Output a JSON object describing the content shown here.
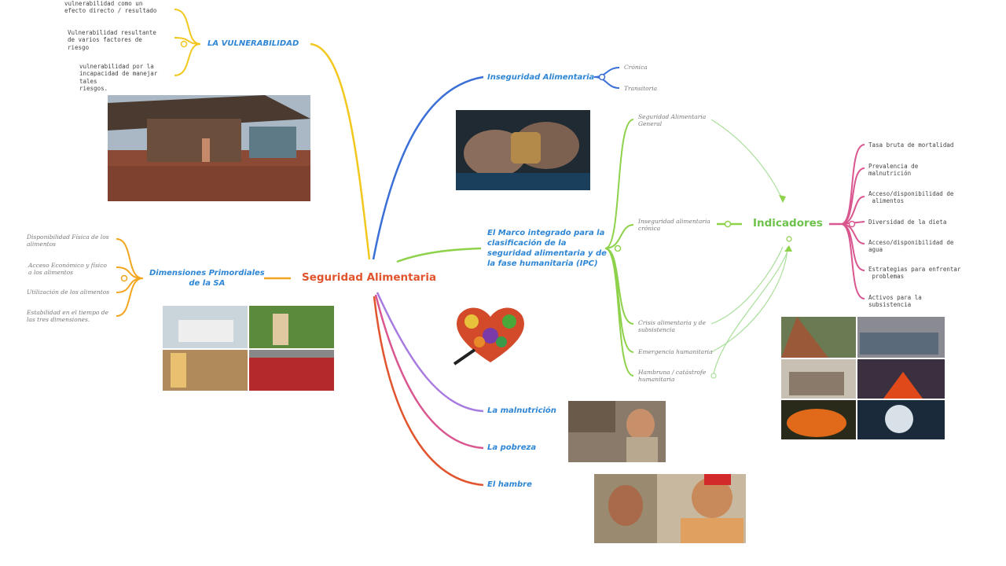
{
  "central": {
    "title": "Seguridad Alimentaria"
  },
  "vulnerabilidad": {
    "label": "LA VULNERABILIDAD",
    "items": [
      "vulnerabilidad como un\nefecto directo / resultado",
      "Vulnerabilidad resultante\nde varios factores de\nriesgo",
      "vulnerabilidad por la\nincapacidad de manejar\ntales\nriesgos."
    ]
  },
  "dimensiones": {
    "label": "Dimensiones Primordiales\nde la SA",
    "items": [
      "Disponibilidad Física de los\nalimentos",
      "Acceso Económico y físico\na los alimentos",
      "Utilización de los alimentos",
      "Estabilidad en el tiempo de\nlas tres dimensiones."
    ]
  },
  "inseguridad": {
    "label": "Inseguridad Alimentaria",
    "items": [
      "Crónica",
      "Transitoria"
    ]
  },
  "marco": {
    "label": "El Marco integrado para la\nclasificación de la\nseguridad alimentaria y de\nla fase humanitaria (IPC)",
    "phases": [
      "Seguridad Alimentaria\nGeneral",
      "Inseguridad alimentaria\ncrónica",
      "Crisis alimentaria y de\nsubsistencia",
      "Emergencia humanitaria",
      "Hambruna / catástrofe\nhumanitaria"
    ]
  },
  "indicadores": {
    "label": "Indicadores",
    "items": [
      "Tasa bruta de mortalidad",
      "Prevalencia de\nmalnutrición",
      "Acceso/disponibilidad de\n alimentos",
      "Diversidad de la dieta",
      "Acceso/disponibilidad de\nagua",
      "Estrategias para enfrentar\n problemas",
      "Activos para la\nsubsistencia"
    ]
  },
  "bottom": {
    "malnutricion": "La malnutrición",
    "pobreza": "La pobreza",
    "hambre": "El hambre"
  },
  "colors": {
    "yellow": "#f2c81e",
    "blue": "#3a6fd8",
    "green": "#8ed14a",
    "lightgreen": "#a9df9a",
    "pink": "#d9568f",
    "purple": "#a77be0",
    "red": "#e0542e",
    "central": "#e0542e"
  },
  "images": [
    "poverty-house-photo",
    "hands-bread-photo",
    "food-supply-collage",
    "fruit-heart-photo",
    "disasters-collage",
    "malnourished-child-photo",
    "hunger-children-photo"
  ]
}
